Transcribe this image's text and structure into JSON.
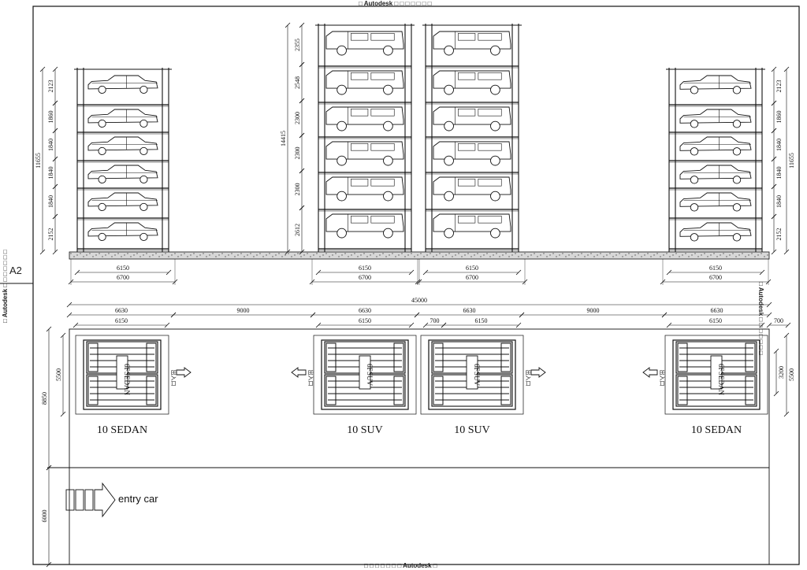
{
  "sheet": {
    "size_tag": "A2",
    "watermark_top": "□ Autodesk □ □ □ □ □ □ □",
    "watermark_bottom": "□ □ □ □ □ □ □ Autodesk □",
    "watermark_right": "□ Autodesk □ □ □ □ □ □ □",
    "watermark_left": "□ Autodesk □ □ □ □ □ □ □"
  },
  "elevation": {
    "sedan_levels": [
      "2123",
      "1860",
      "1840",
      "1840",
      "1840",
      "2152"
    ],
    "sedan_total": "11655",
    "suv_levels": [
      "2355",
      "2548",
      "2300",
      "2300",
      "2300",
      "2612"
    ],
    "suv_total": "14415",
    "inner_width": "6150",
    "outer_width": "6700"
  },
  "plan": {
    "overall_width": "45000",
    "unit_width": "6630",
    "unit_inner": "6150",
    "gap": "9000",
    "side_offset": "700",
    "depth_total": "8850",
    "depth_unit": "5500",
    "depth_inner": "3200",
    "depth_aisle": "6000",
    "entry_label": "entry car",
    "gate_label": "出入口"
  },
  "units": [
    {
      "label": "10 SEDAN",
      "sign_floors": "6F",
      "sign_type": "SEDAN"
    },
    {
      "label": "10 SUV",
      "sign_floors": "6F",
      "sign_type": "SUV"
    },
    {
      "label": "10 SUV",
      "sign_floors": "6F",
      "sign_type": "SUV"
    },
    {
      "label": "10 SEDAN",
      "sign_floors": "6F",
      "sign_type": "SEDAN"
    }
  ]
}
